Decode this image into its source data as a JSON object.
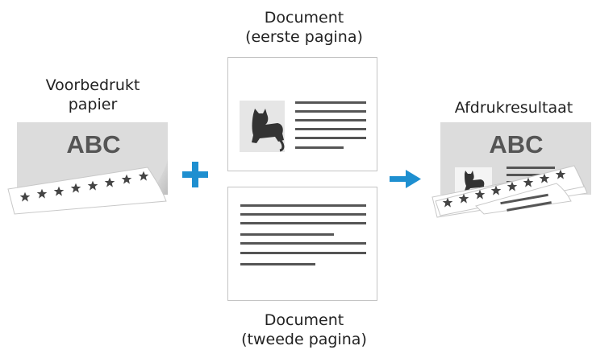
{
  "labels": {
    "preprinted_line1": "Voorbedrukt",
    "preprinted_line2": "papier",
    "doc_first_line1": "Document",
    "doc_first_line2": "(eerste pagina)",
    "doc_second_line1": "Document",
    "doc_second_line2": "(tweede pagina)",
    "result": "Afdrukresultaat"
  },
  "preprinted_text": "ABC",
  "result_text": "ABC",
  "icons": {
    "plus": "plus-icon",
    "arrow": "arrow-right-icon",
    "cat": "cat-image-icon"
  },
  "colors": {
    "accent": "#1e8fd0",
    "paper_gray": "#dcdcdc",
    "text_lines": "#555555",
    "star": "#444444"
  }
}
